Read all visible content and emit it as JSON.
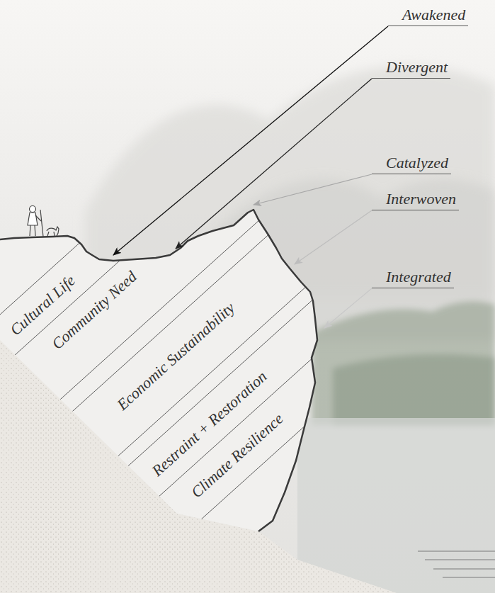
{
  "diagram": {
    "nodes": [
      {
        "text": [
          "Cultural Life"
        ]
      },
      {
        "text": [
          "Community Need"
        ]
      },
      {
        "text": [
          "Economic Sustainability"
        ]
      },
      {
        "text": [
          "Restraint + Restoration"
        ]
      },
      {
        "text": [
          "Climate Resilience"
        ]
      }
    ],
    "labels": [
      "Awakened",
      "Divergent",
      "Catalyzed",
      "Interwoven",
      "Integrated"
    ]
  }
}
